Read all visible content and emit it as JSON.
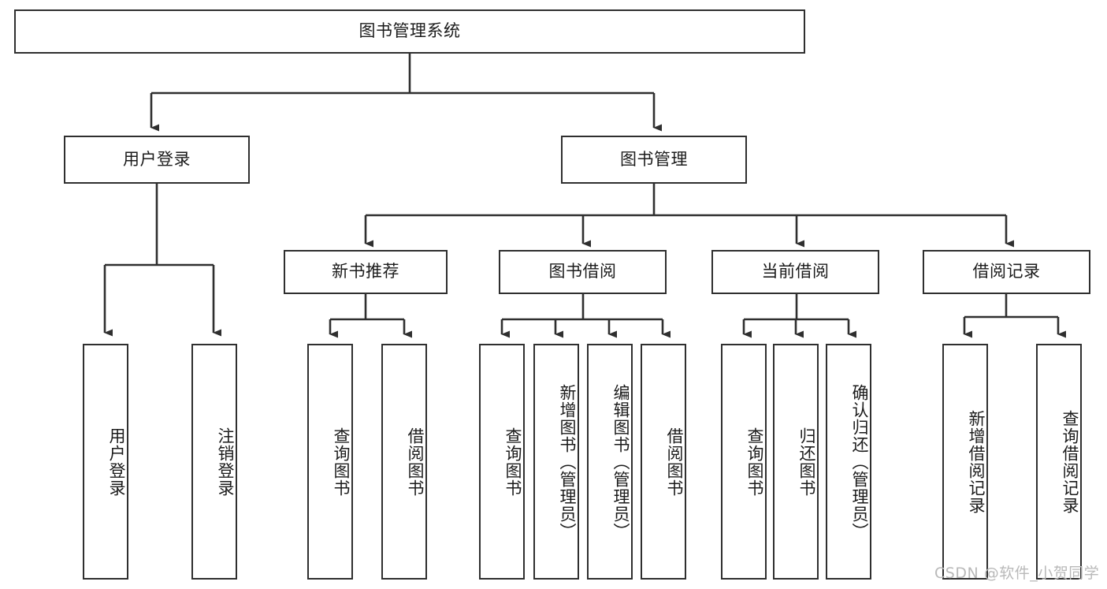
{
  "diagram": {
    "title": "图书管理系统",
    "root": {
      "label": "图书管理系统",
      "id": "root"
    },
    "level1": [
      {
        "id": "user-login",
        "label": "用户登录"
      },
      {
        "id": "book-manage",
        "label": "图书管理"
      }
    ],
    "level2": [
      {
        "id": "new-book-recommend",
        "label": "新书推荐",
        "parent": "book-manage"
      },
      {
        "id": "book-borrow",
        "label": "图书借阅",
        "parent": "book-manage"
      },
      {
        "id": "current-borrow",
        "label": "当前借阅",
        "parent": "book-manage"
      },
      {
        "id": "borrow-record",
        "label": "借阅记录",
        "parent": "book-manage"
      }
    ],
    "leaves": {
      "user_login": [
        {
          "id": "leaf-user-login",
          "label": "用户登录"
        },
        {
          "id": "leaf-user-logout",
          "label": "注销登录"
        }
      ],
      "new_book_recommend": [
        {
          "id": "leaf-query-book-1",
          "label": "查询图书"
        },
        {
          "id": "leaf-borrow-book-1",
          "label": "借阅图书"
        }
      ],
      "book_borrow": [
        {
          "id": "leaf-query-book-2",
          "label": "查询图书"
        },
        {
          "id": "leaf-add-book",
          "label": "新增图书（管理员）"
        },
        {
          "id": "leaf-edit-book",
          "label": "编辑图书（管理员）"
        },
        {
          "id": "leaf-borrow-book-2",
          "label": "借阅图书"
        }
      ],
      "current_borrow": [
        {
          "id": "leaf-query-book-3",
          "label": "查询图书"
        },
        {
          "id": "leaf-return-book",
          "label": "归还图书"
        },
        {
          "id": "leaf-confirm-return",
          "label": "确认归还（管理员）"
        }
      ],
      "borrow_record": [
        {
          "id": "leaf-add-record",
          "label": "新增借阅记录"
        },
        {
          "id": "leaf-query-record",
          "label": "查询借阅记录"
        }
      ]
    },
    "colors": {
      "stroke": "#2f2f2f",
      "fill": "#ffffff",
      "text": "#1b1b1b",
      "watermark": "#b9b9b9"
    }
  },
  "watermark": {
    "text": "CSDN @软件_小贺同学"
  }
}
